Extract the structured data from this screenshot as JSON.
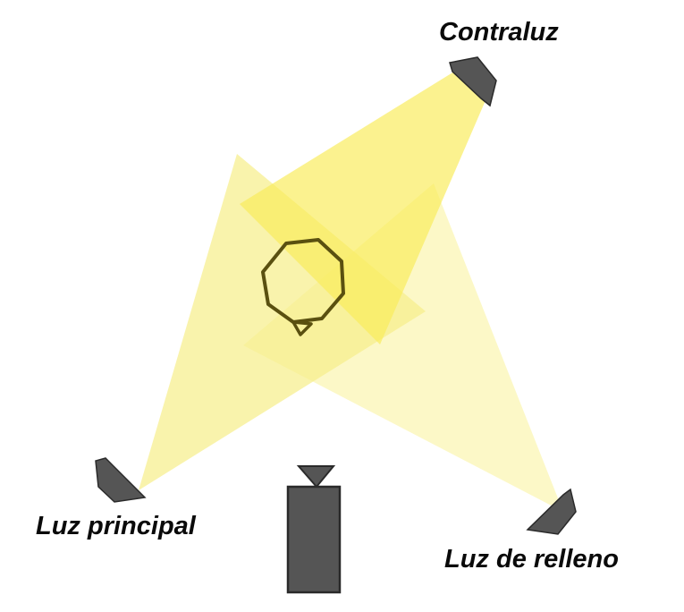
{
  "labels": {
    "back_light": "Contraluz",
    "key_light": "Luz principal",
    "fill_light": "Luz de relleno"
  },
  "colors": {
    "background": "#ffffff",
    "light_fixture": "#555555",
    "fixture_outline": "#2a2a2a",
    "key_beam": "#f7ee8c",
    "back_beam": "#f9ec5a",
    "fill_beam": "#fbf5b4",
    "subject_outline": "#5a5010"
  },
  "icons": {
    "subject": "subject-head-icon",
    "camera": "camera-icon",
    "fixture": "spotlight-icon"
  }
}
